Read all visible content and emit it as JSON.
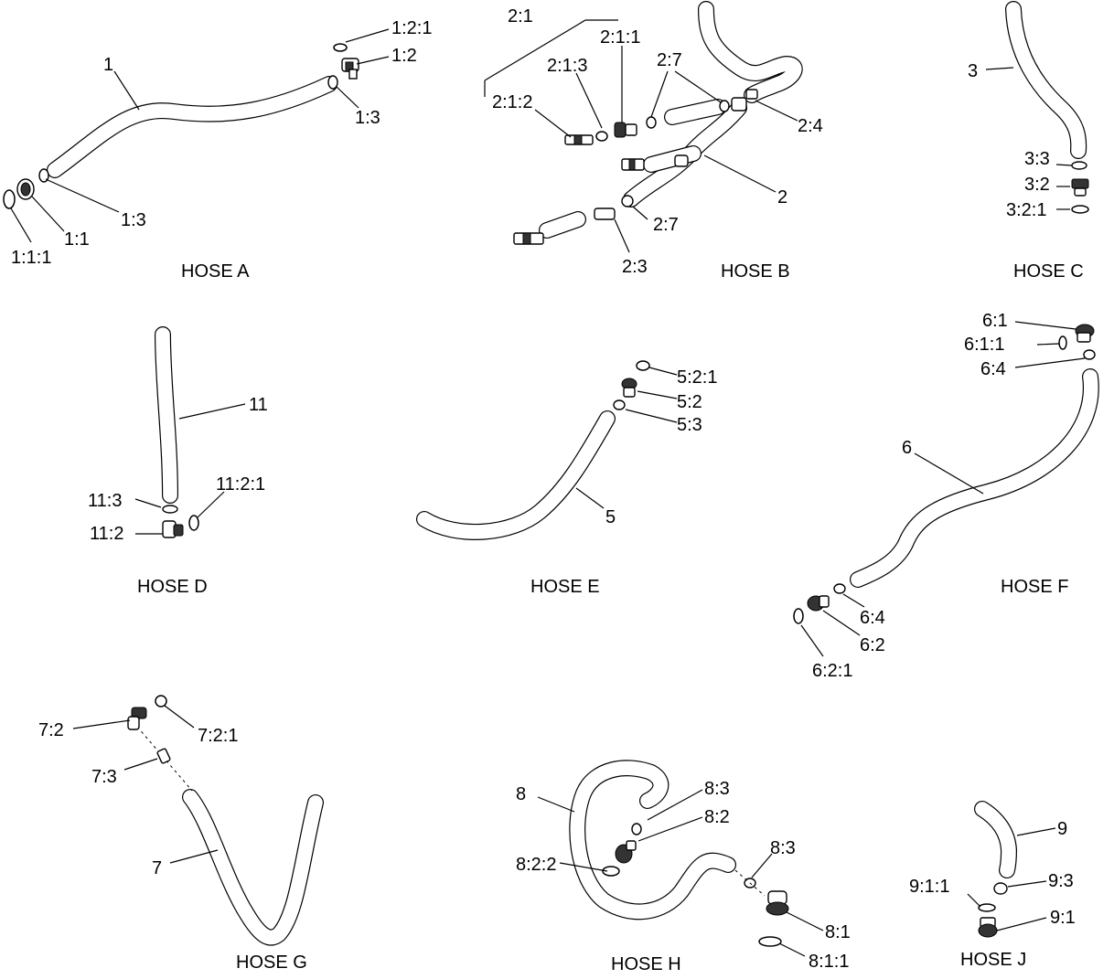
{
  "hoses": [
    {
      "id": "A",
      "title": "HOSE A",
      "callouts": [
        "1",
        "1:2:1",
        "1:2",
        "1:3",
        "1:3",
        "1:1",
        "1:1:1"
      ]
    },
    {
      "id": "B",
      "title": "HOSE B",
      "callouts": [
        "2:1",
        "2:1:1",
        "2:1:3",
        "2:7",
        "2:1:2",
        "2:4",
        "2",
        "2:7",
        "2:3"
      ]
    },
    {
      "id": "C",
      "title": "HOSE C",
      "callouts": [
        "3",
        "3:3",
        "3:2",
        "3:2:1"
      ]
    },
    {
      "id": "D",
      "title": "HOSE D",
      "callouts": [
        "11",
        "11:2:1",
        "11:3",
        "11:2"
      ]
    },
    {
      "id": "E",
      "title": "HOSE E",
      "callouts": [
        "5:2:1",
        "5:2",
        "5:3",
        "5"
      ]
    },
    {
      "id": "F",
      "title": "HOSE F",
      "callouts": [
        "6:1",
        "6:1:1",
        "6:4",
        "6",
        "6:4",
        "6:2",
        "6:2:1"
      ]
    },
    {
      "id": "G",
      "title": "HOSE G",
      "callouts": [
        "7:2",
        "7:2:1",
        "7:3",
        "7"
      ]
    },
    {
      "id": "H",
      "title": "HOSE H",
      "callouts": [
        "8",
        "8:3",
        "8:2",
        "8:2:2",
        "8:3",
        "8:1",
        "8:1:1"
      ]
    },
    {
      "id": "J",
      "title": "HOSE J",
      "callouts": [
        "9",
        "9:1:1",
        "9:3",
        "9:1"
      ]
    }
  ]
}
